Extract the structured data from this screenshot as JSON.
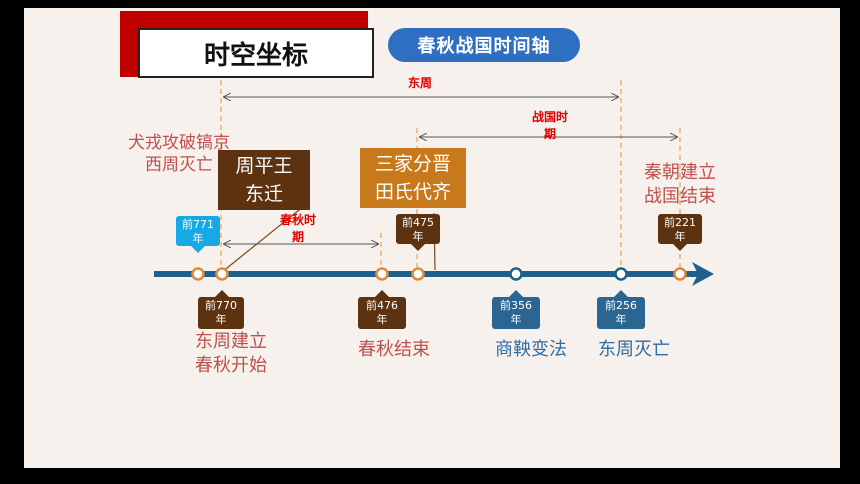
{
  "header": {
    "title": "时空坐标",
    "subtitle": "春秋战国时间轴"
  },
  "spans": {
    "dongzhou": "东周",
    "zhanguo": "战国时\n期",
    "chunqiu": "春秋时\n期"
  },
  "events": {
    "quanrong": "犬戎攻破镐京\n西周灭亡",
    "zhoupingwang": "周平王\n东迁",
    "sanjia": "三家分晋\n田氏代齐",
    "qin": "秦朝建立\n战国结束",
    "dongzhou_start": "东周建立\n春秋开始",
    "chunqiu_end": "春秋结束",
    "shangyang": "商鞅变法",
    "dongzhou_end": "东周灭亡"
  },
  "dates": {
    "d771": "前771\n年",
    "d770": "前770\n年",
    "d476": "前476\n年",
    "d475": "前475\n年",
    "d356": "前356\n年",
    "d256": "前256\n年",
    "d221": "前221\n年"
  },
  "colors": {
    "accent_red": "#c00000",
    "pill_blue": "#2e6fc2",
    "brown": "#5c3211",
    "orange": "#c8791b",
    "steel_blue": "#2b6592",
    "cyan": "#17a9e3"
  }
}
